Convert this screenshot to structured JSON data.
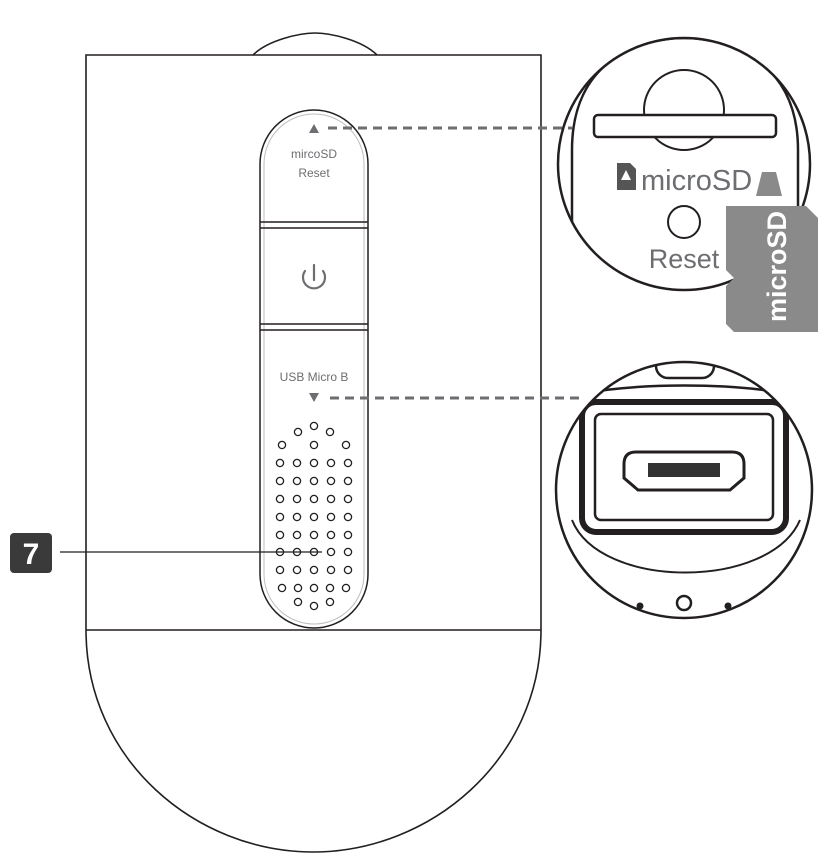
{
  "panel": {
    "top_label_line1": "mircoSD",
    "top_label_line2": "Reset",
    "bottom_label": "USB Micro B"
  },
  "callout": {
    "number": "7"
  },
  "zoom_top": {
    "slot_label": "microSD",
    "reset_label": "Reset",
    "card_label": "microSD"
  },
  "icons": {
    "power": "power-icon",
    "arrow_up": "triangle-up-icon",
    "arrow_down": "triangle-down-icon",
    "sd_card": "sd-card-icon"
  },
  "colors": {
    "line": "#231f20",
    "gray_text": "#6d6e71",
    "card_gray": "#8a8a8a",
    "badge": "#3a3a3a",
    "port_fill": "#333333"
  }
}
